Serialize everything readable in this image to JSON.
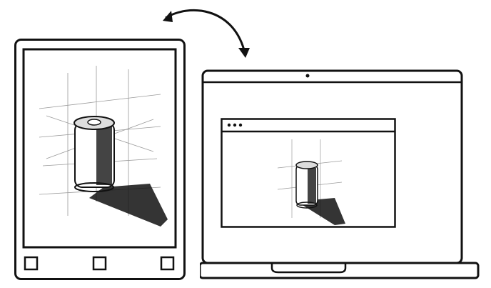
{
  "illustration": {
    "description_icons": {
      "tablet": "tablet-device-icon",
      "laptop": "laptop-device-icon",
      "sync_arrow": "curved-double-arrow-icon",
      "sketch": "soda-can-sketch"
    },
    "colors": {
      "stroke": "#111111",
      "background": "#ffffff",
      "guide_lines": "#9a9a9a"
    },
    "tablet": {
      "buttons": [
        "square-button",
        "square-button",
        "square-button"
      ]
    },
    "browser_window": {
      "traffic_lights": 3
    }
  }
}
